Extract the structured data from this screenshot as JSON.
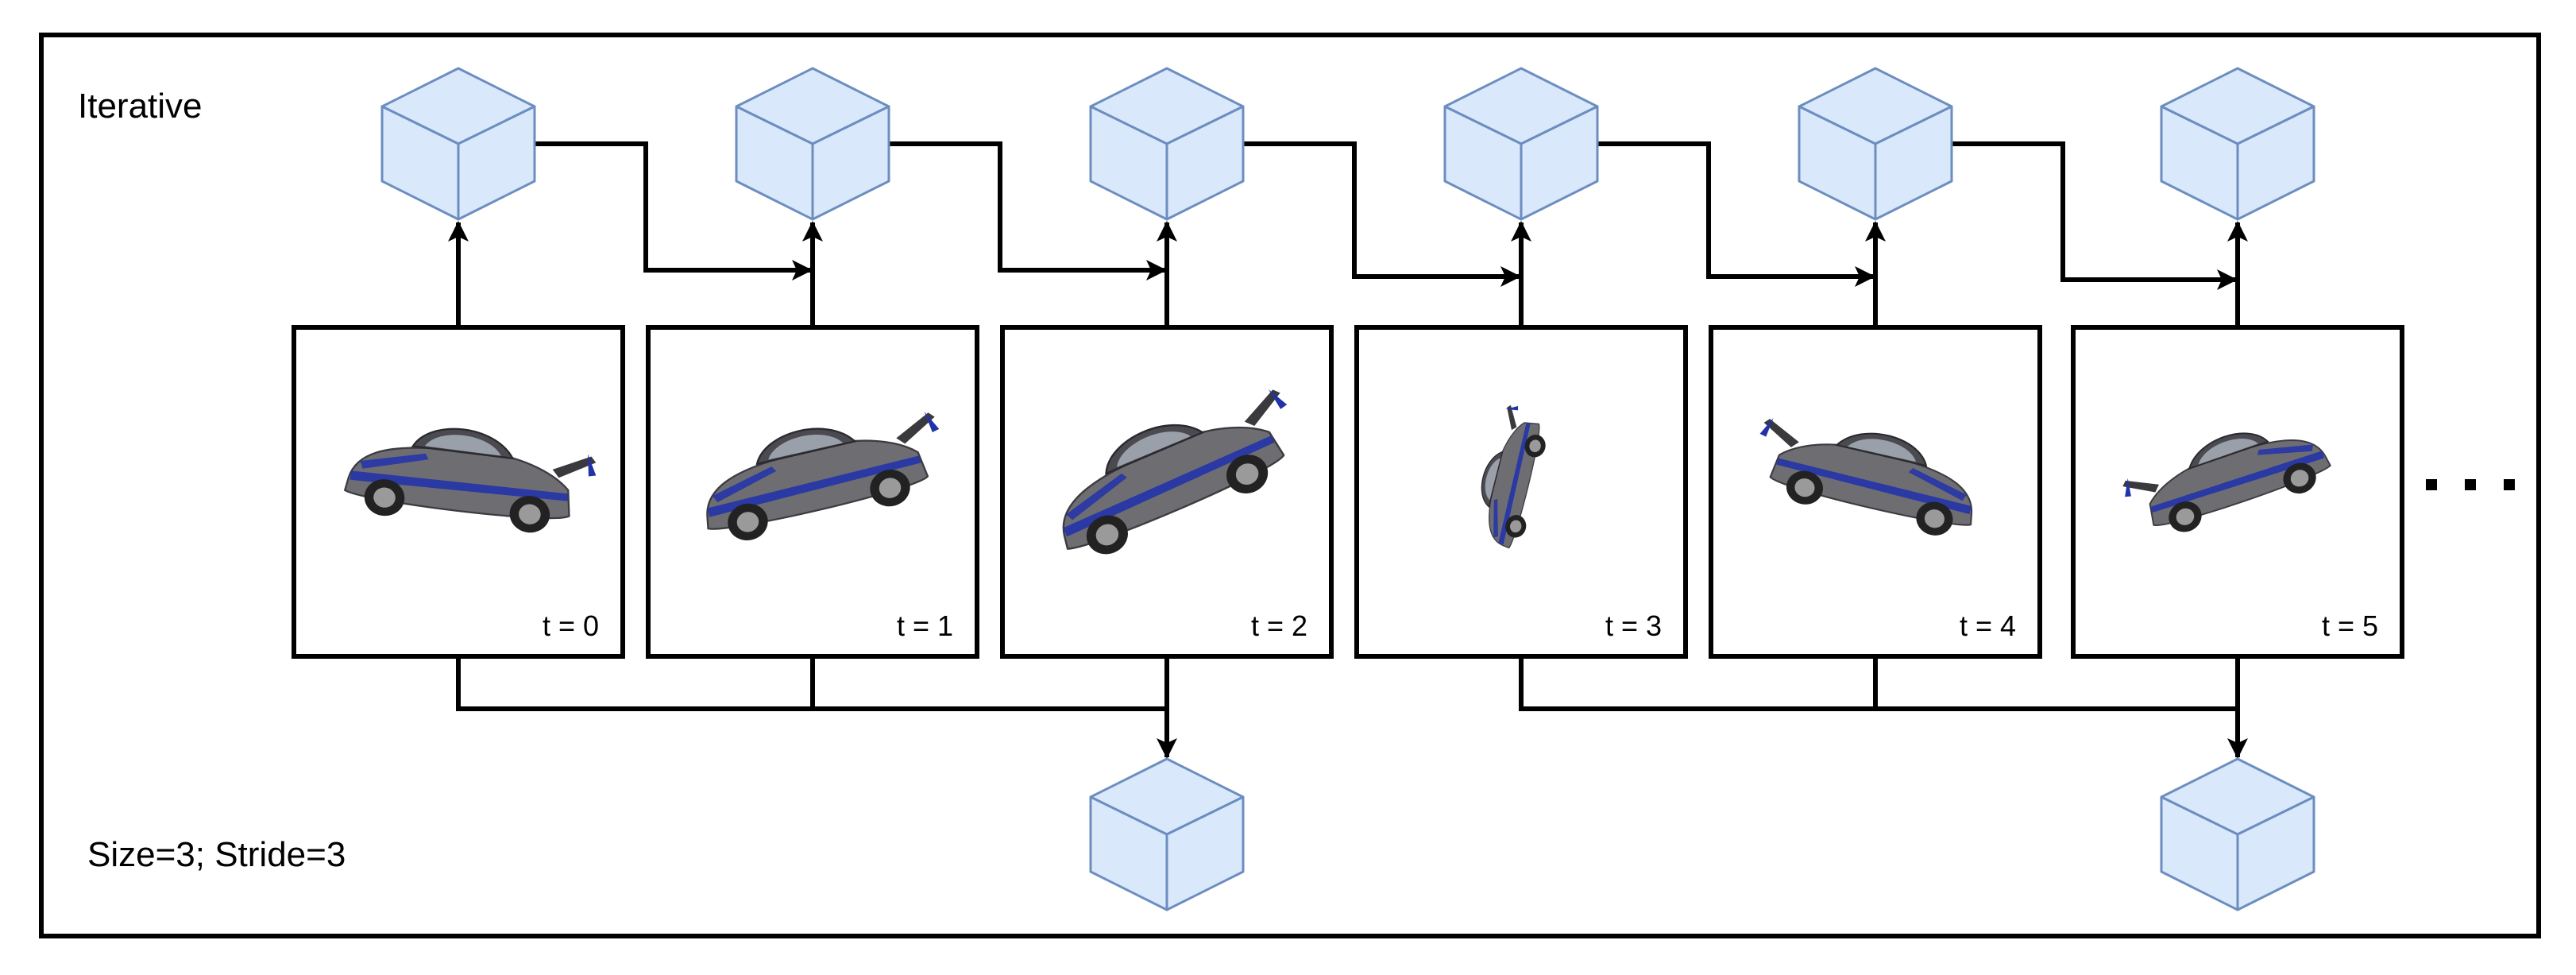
{
  "labels": {
    "top_left": "Iterative",
    "bottom_left": "Size=3; Stride=3",
    "continuation": "..."
  },
  "frames": [
    {
      "id": "frame-0",
      "label": "t = 0"
    },
    {
      "id": "frame-1",
      "label": "t = 1"
    },
    {
      "id": "frame-2",
      "label": "t = 2"
    },
    {
      "id": "frame-3",
      "label": "t = 3"
    },
    {
      "id": "frame-4",
      "label": "t = 4"
    },
    {
      "id": "frame-5",
      "label": "t = 5"
    }
  ],
  "colors": {
    "cube_face": "#dae8fc",
    "cube_edge": "#6c8ebf",
    "line": "#000000",
    "car_body": "#6e6e72",
    "car_stripe": "#2233aa"
  },
  "icons": {
    "top_cube": "cube-icon",
    "bottom_cube": "cube-icon",
    "frame_image": "car-render-image"
  }
}
